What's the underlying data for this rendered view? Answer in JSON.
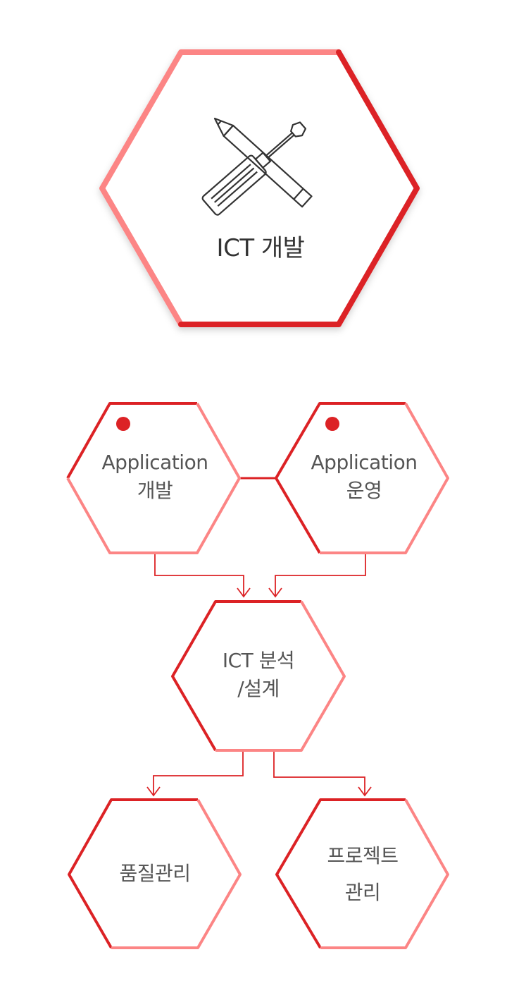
{
  "main": {
    "title": "ICT 개발",
    "icon": "tools-icon"
  },
  "nodes": {
    "app_dev": {
      "line1": "Application",
      "line2": "개발"
    },
    "app_ops": {
      "line1": "Application",
      "line2": "운영"
    },
    "analysis": {
      "line1": "ICT 분석",
      "line2": "/설계"
    },
    "quality": {
      "line1": "품질관리"
    },
    "project": {
      "line1": "프로젝트",
      "line2": "관리"
    }
  },
  "colors": {
    "dark_red": "#dc2225",
    "light_red": "#fc8585",
    "text": "#555555"
  }
}
